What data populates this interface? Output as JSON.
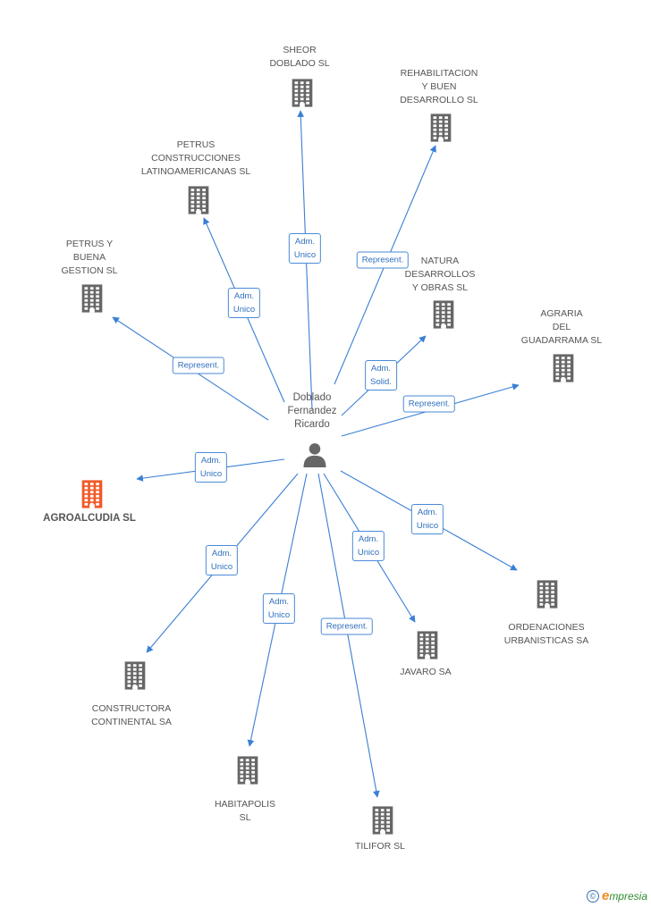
{
  "center": {
    "label": "Doblado\nFernandez\nRicardo",
    "icon": "person-icon"
  },
  "nodes": [
    {
      "id": "sheor",
      "label": "SHEOR\nDOBLADO SL",
      "color": "#666666"
    },
    {
      "id": "rehab",
      "label": "REHABILITACION\nY BUEN\nDESARROLLO SL",
      "color": "#666666"
    },
    {
      "id": "petrus-const",
      "label": "PETRUS\nCONSTRUCCIONES\nLATINOAMERICANAS SL",
      "color": "#666666"
    },
    {
      "id": "petrus-buena",
      "label": "PETRUS Y\nBUENA\nGESTION SL",
      "color": "#666666"
    },
    {
      "id": "natura",
      "label": "NATURA\nDESARROLLOS\nY OBRAS SL",
      "color": "#666666"
    },
    {
      "id": "agraria",
      "label": "AGRARIA\nDEL\nGUADARRAMA SL",
      "color": "#666666"
    },
    {
      "id": "agroalcudia",
      "label": "AGROALCUDIA SL",
      "color": "#f05a28",
      "highlight": true
    },
    {
      "id": "ordenaciones",
      "label": "ORDENACIONES\nURBANISTICAS SA",
      "color": "#666666"
    },
    {
      "id": "javaro",
      "label": "JAVARO SA",
      "color": "#666666"
    },
    {
      "id": "constructora",
      "label": "CONSTRUCTORA\nCONTINENTAL SA",
      "color": "#666666"
    },
    {
      "id": "habitapolis",
      "label": "HABITAPOLIS\nSL",
      "color": "#666666"
    },
    {
      "id": "tilifor",
      "label": "TILIFOR SL",
      "color": "#666666"
    }
  ],
  "edges": [
    {
      "to": "sheor",
      "label": "Adm.\nUnico"
    },
    {
      "to": "rehab",
      "label": "Represent."
    },
    {
      "to": "petrus-const",
      "label": "Adm.\nUnico"
    },
    {
      "to": "petrus-buena",
      "label": "Represent."
    },
    {
      "to": "natura",
      "label": "Adm.\nSolid."
    },
    {
      "to": "agraria",
      "label": "Represent."
    },
    {
      "to": "agroalcudia",
      "label": "Adm.\nUnico"
    },
    {
      "to": "ordenaciones",
      "label": "Adm.\nUnico"
    },
    {
      "to": "javaro",
      "label": "Adm.\nUnico"
    },
    {
      "to": "constructora",
      "label": "Adm.\nUnico"
    },
    {
      "to": "habitapolis",
      "label": "Adm.\nUnico"
    },
    {
      "to": "tilifor",
      "label": "Represent."
    }
  ],
  "colors": {
    "edge": "#3a7fd5",
    "building": "#666666",
    "highlight": "#f05a28"
  },
  "footer": {
    "copyright": "©",
    "brand_initial": "e",
    "brand_rest": "mpresia"
  }
}
